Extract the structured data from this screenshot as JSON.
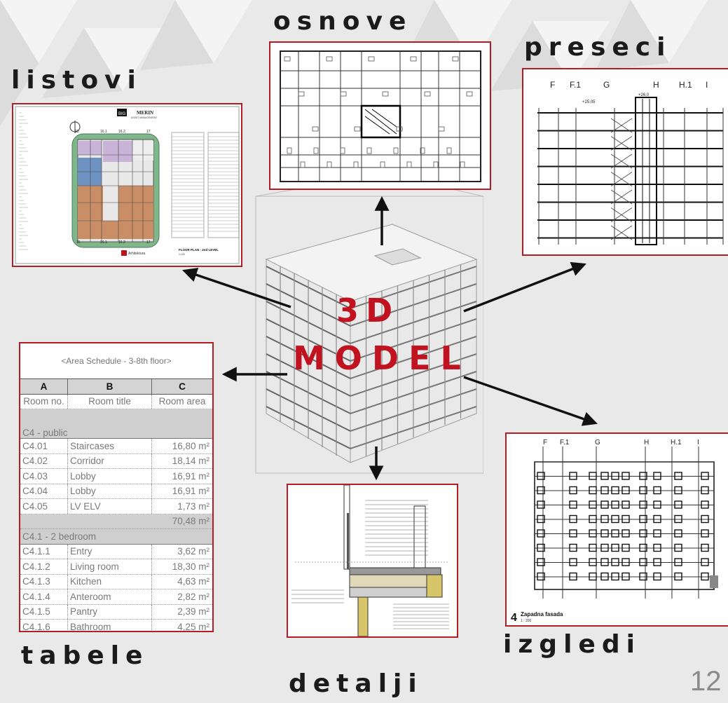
{
  "colors": {
    "accent": "#b31d23",
    "center_text": "#c1121f",
    "label": "#1b1b1b"
  },
  "labels": {
    "listovi": "listovi",
    "osnove": "osnove",
    "preseci": "preseci",
    "tabele": "tabele",
    "detalji": "detalji",
    "izgledi": "izgledi"
  },
  "center": {
    "line1": "3D",
    "line2": "MODEL"
  },
  "page_number": "12",
  "sheet": {
    "logo": "BIG",
    "client": "MERIN",
    "client_sub": "ASSET MANAGEMENT",
    "title": "FLOOR PLAN - 2nd LEVEL",
    "scale": "1:100",
    "firm": "Arhitektura",
    "grid_top": [
      "15",
      "16.1",
      "16.2",
      "17"
    ],
    "grid_bottom": [
      "15",
      "16.1",
      "16.2",
      "17"
    ]
  },
  "section": {
    "grid": [
      "F",
      "F.1",
      "G",
      "H",
      "H.1",
      "I"
    ],
    "level_left": "+25,05",
    "level_right": "+26,0"
  },
  "elevation": {
    "grid": [
      "F",
      "F.1",
      "G",
      "H",
      "H.1",
      "I"
    ],
    "number": "4",
    "title": "Zapadna fasada",
    "scale": "1 : 200"
  },
  "schedule": {
    "title": "<Area Schedule - 3-8th floor>",
    "columns": [
      "A",
      "B",
      "C"
    ],
    "subheaders": [
      "Room no.",
      "Room title",
      "Room area"
    ],
    "groups": [
      {
        "name": "C4 - public",
        "rows": [
          [
            "C4.01",
            "Staircases",
            "16,80 m²"
          ],
          [
            "C4.02",
            "Corridor",
            "18,14 m²"
          ],
          [
            "C4.03",
            "Lobby",
            "16,91 m²"
          ],
          [
            "C4.04",
            "Lobby",
            "16,91 m²"
          ],
          [
            "C4.05",
            "LV ELV",
            "1,73 m²"
          ]
        ],
        "total": "70,48 m²"
      },
      {
        "name": "C4.1 - 2 bedroom",
        "rows": [
          [
            "C4.1.1",
            "Entry",
            "3,62 m²"
          ],
          [
            "C4.1.2",
            "Living room",
            "18,30 m²"
          ],
          [
            "C4.1.3",
            "Kitchen",
            "4,63 m²"
          ],
          [
            "C4.1.4",
            "Anteroom",
            "2,82 m²"
          ],
          [
            "C4.1.5",
            "Pantry",
            "2,39 m²"
          ],
          [
            "C4.1.6",
            "Bathroom",
            "4,25 m²"
          ]
        ]
      }
    ]
  }
}
